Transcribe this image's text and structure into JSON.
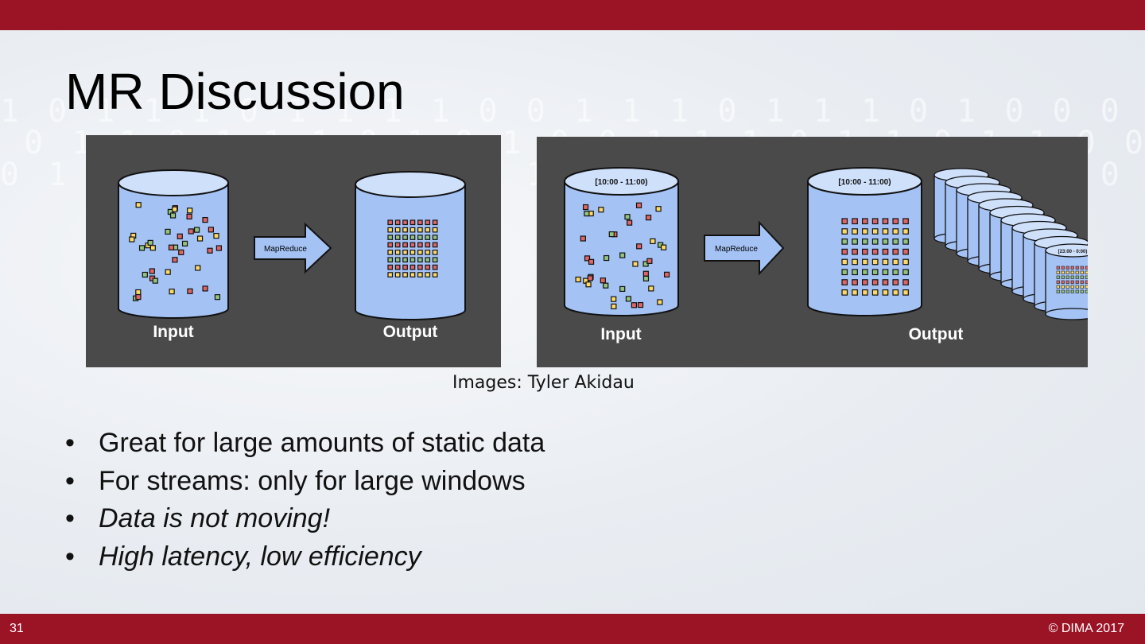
{
  "slide": {
    "title": "MR Discussion",
    "page_number": "31",
    "copyright": "© DIMA 2017",
    "caption": "Images: Tyler Akidau",
    "bullets": [
      {
        "text": "Great for large amounts of static data",
        "italic": false
      },
      {
        "text": "For streams: only for large windows",
        "italic": false
      },
      {
        "text": "Data is not moving!",
        "italic": true
      },
      {
        "text": "High latency, low efficiency",
        "italic": true
      }
    ]
  },
  "left_image": {
    "input_label": "Input",
    "output_label": "Output",
    "arrow_label": "MapReduce"
  },
  "right_image": {
    "input_label": "Input",
    "output_label": "Output",
    "arrow_label": "MapReduce",
    "input_window": "[10:00 - 11:00)",
    "output_window": "[10:00 - 11:00)",
    "stack_last_window": "[23:00 - 0:00)"
  },
  "colors": {
    "brand_bar": "#9b1426",
    "panel_bg": "#4a4a4a",
    "cylinder_fill": "#a4c2f4",
    "cylinder_top": "#cfe0fb",
    "dot_red": "#e06666",
    "dot_yellow": "#ffd966",
    "dot_green": "#93c47d"
  }
}
